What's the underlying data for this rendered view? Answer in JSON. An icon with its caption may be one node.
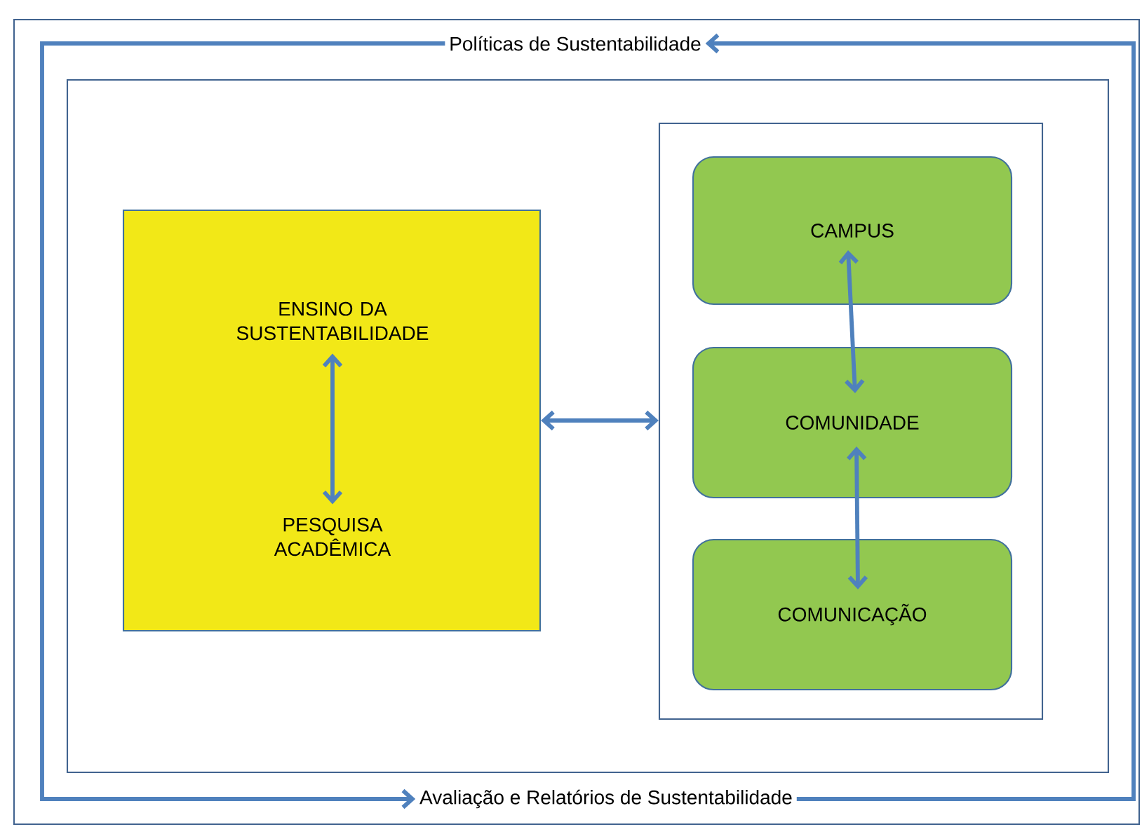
{
  "diagram": {
    "nodes": [
      {
        "text": [],
        "shape": "box"
      },
      {
        "text": [
          "Políticas de Sustentabilidade"
        ],
        "in": 0
      },
      {
        "text": [],
        "shape": "box",
        "in": 0
      },
      {
        "text": [],
        "shape": "box",
        "in": 2
      },
      {
        "text": [
          "ENSINO DA SUSTENTABILIDADE"
        ],
        "in": 3
      },
      {
        "text": [
          "PESQUISA ACADÊMICA"
        ],
        "in": 3
      },
      {
        "text": [],
        "shape": "box",
        "in": 2
      },
      {
        "text": [
          "CAMPUS"
        ],
        "in": 6
      },
      {
        "text": [
          "COMUNIDADE"
        ],
        "in": 6
      },
      {
        "text": [
          "COMUNICAÇÃO"
        ],
        "in": 6
      },
      {
        "text": [
          "Avaliação e Relatórios de Sustentabilidade"
        ],
        "in": 0
      }
    ],
    "edges": [
      {
        "from": 10,
        "to": 1,
        "arrow": "to"
      },
      {
        "from": 1,
        "to": 10,
        "arrow": "to"
      },
      {
        "from": 3,
        "to": 6,
        "arrow": "both"
      },
      {
        "from": 4,
        "to": 5,
        "arrow": "both"
      },
      {
        "from": 7,
        "to": 8,
        "arrow": "both"
      },
      {
        "from": 8,
        "to": 9,
        "arrow": "both"
      }
    ]
  }
}
